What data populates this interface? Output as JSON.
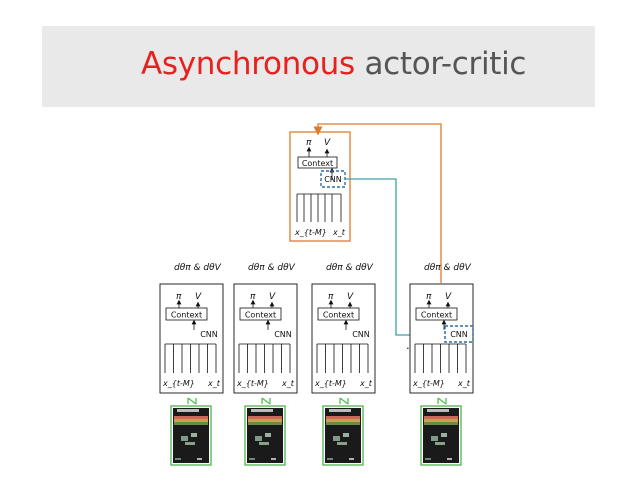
{
  "slide": {
    "title_part1": "Asynchronous",
    "title_part2": "actor-critic"
  },
  "colors": {
    "title_accent": "#e8211f",
    "title_rest": "#555555",
    "band": "#e9e9e9",
    "global_border": "#e07b2a",
    "cnn_dash": "#2b6cb0",
    "sync_line": "#3d9fa8",
    "io_arrow": "#5cb85c"
  },
  "global_network": {
    "outputs": [
      "π",
      "V"
    ],
    "context_label": "Context",
    "cnn_label": "CNN",
    "input_first": "x_{t-M}",
    "input_last": "x_t"
  },
  "workers": [
    {
      "gradient_label": "dθπ & dθV",
      "outputs": [
        "π",
        "V"
      ],
      "context_label": "Context",
      "cnn_label": "CNN",
      "input_first": "x_{t-M}",
      "input_last": "x_t",
      "cnn_highlighted": false
    },
    {
      "gradient_label": "dθπ & dθV",
      "outputs": [
        "π",
        "V"
      ],
      "context_label": "Context",
      "cnn_label": "CNN",
      "input_first": "x_{t-M}",
      "input_last": "x_t",
      "cnn_highlighted": false
    },
    {
      "gradient_label": "dθπ & dθV",
      "outputs": [
        "π",
        "V"
      ],
      "context_label": "Context",
      "cnn_label": "CNN",
      "input_first": "x_{t-M}",
      "input_last": "x_t",
      "cnn_highlighted": false
    },
    {
      "gradient_label": "dθπ & dθV",
      "outputs": [
        "π",
        "V"
      ],
      "context_label": "Context",
      "cnn_label": "CNN",
      "input_first": "x_{t-M}",
      "input_last": "x_t",
      "cnn_highlighted": true
    }
  ],
  "ellipsis": "…",
  "environment_icon": "game-screen-icon"
}
